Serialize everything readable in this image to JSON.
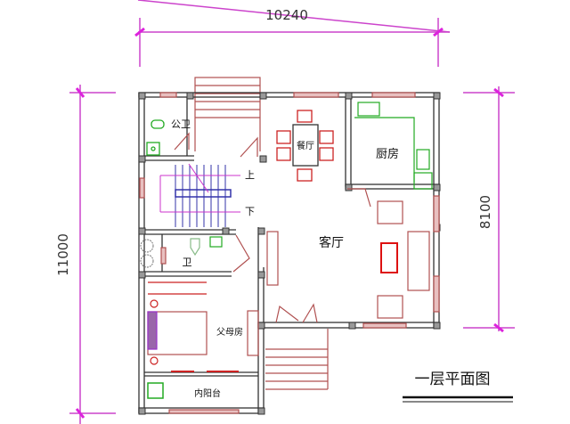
{
  "title": "一层平面图",
  "dimensions": {
    "top_width": "10240",
    "left_height": "11000",
    "right_height": "8100"
  },
  "rooms": {
    "public_bath": "公卫",
    "dining": "餐厅",
    "kitchen": "厨房",
    "stairs_up": "上",
    "stairs_down": "下",
    "living": "客厅",
    "bath": "卫",
    "parents_room": "父母房",
    "inner_balcony": "内阳台"
  },
  "colors": {
    "dimension": "#cc33cc",
    "wall": "#333333",
    "furniture": "#cc2222",
    "window": "#b05050",
    "fixture": "#22aa22",
    "stair": "#3333aa"
  }
}
